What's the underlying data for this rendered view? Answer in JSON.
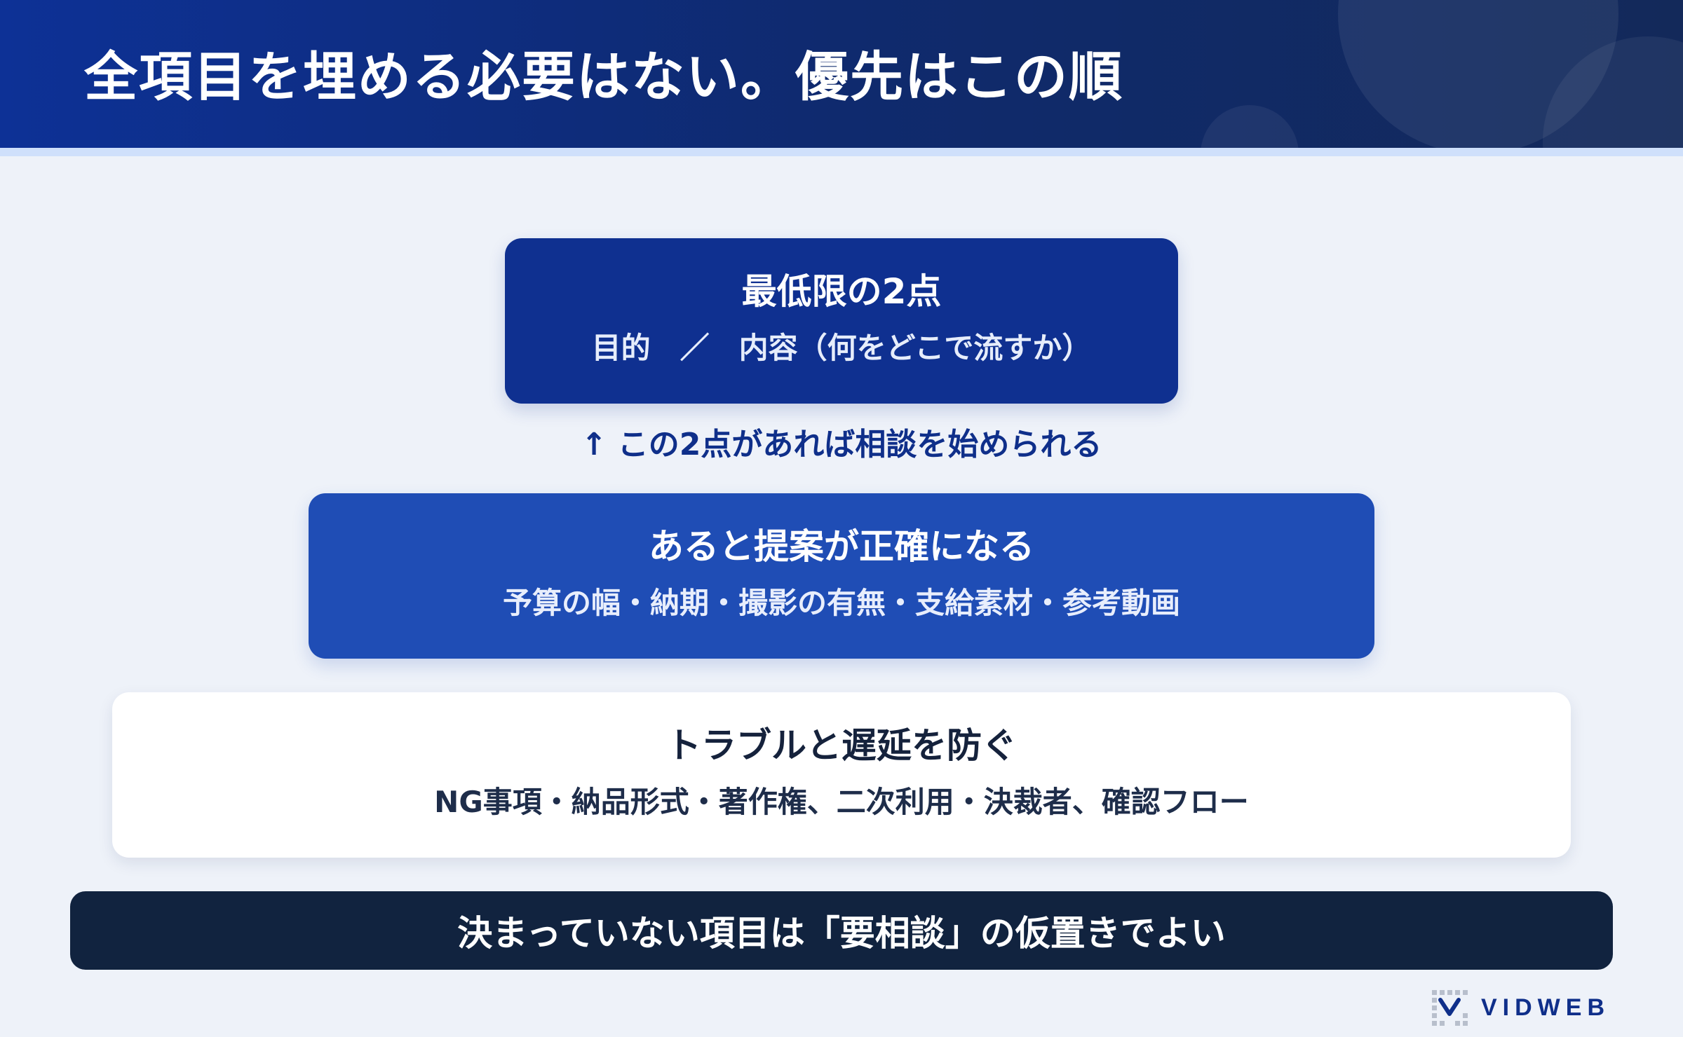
{
  "slide": {
    "title": "全項目を埋める必要はない。優先はこの順"
  },
  "tiers": [
    {
      "heading": "最低限の2点",
      "items": "目的　／　内容（何をどこで流すか）"
    },
    {
      "heading": "あると提案が正確になる",
      "items": "予算の幅・納期・撮影の有無・支給素材・参考動画"
    },
    {
      "heading": "トラブルと遅延を防ぐ",
      "items": "NG事項・納品形式・著作権、二次利用・決裁者、確認フロー"
    }
  ],
  "note": "↑ この2点があれば相談を始められる",
  "banner": "決まっていない項目は「要相談」の仮置きでよい",
  "brand": {
    "name": "VIDWEB"
  },
  "colors": {
    "header": "#0d3196",
    "tier1": "#0f3090",
    "tier2": "#1f4db5",
    "tier3": "#ffffff",
    "banner": "#11233f",
    "background": "#eef2f9"
  }
}
